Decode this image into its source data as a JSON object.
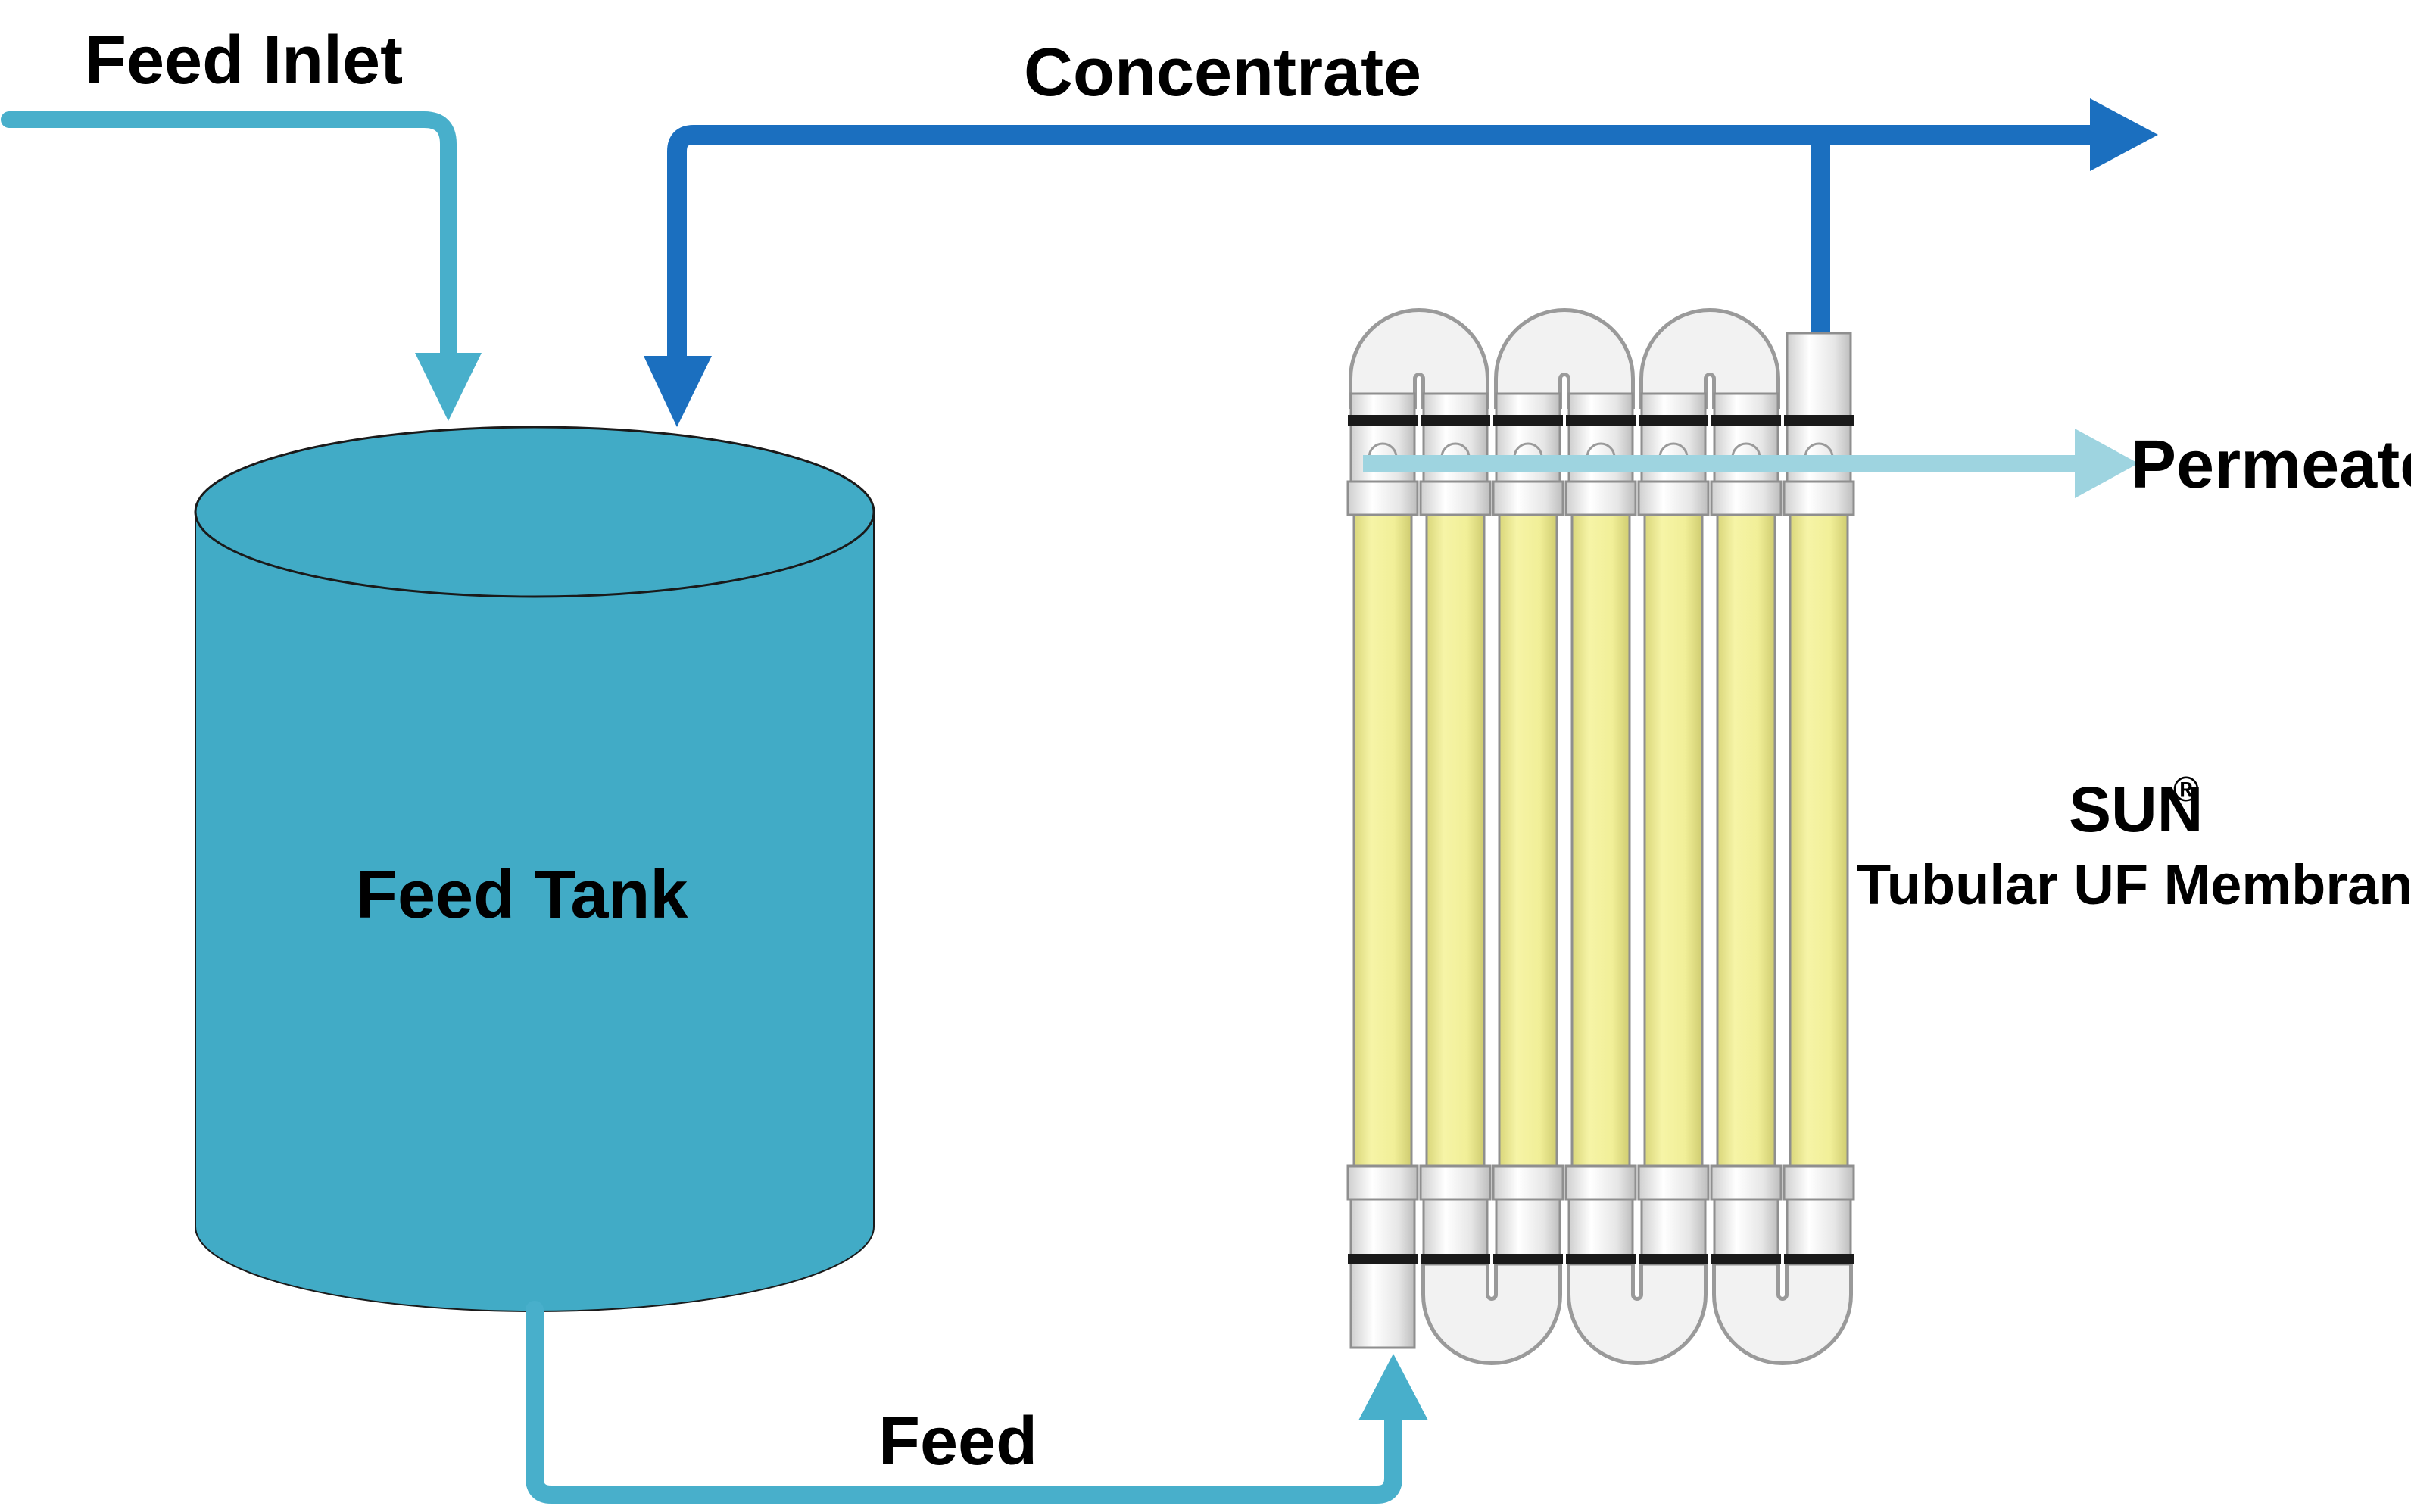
{
  "labels": {
    "feed_inlet": "Feed Inlet",
    "concentrate": "Concentrate",
    "permeate": "Permeate",
    "feed_tank": "Feed Tank",
    "feed": "Feed",
    "membrane_brand": "SUN",
    "membrane_brand_mark": "®",
    "membrane_type": "Tubular UF Membranes"
  },
  "colors": {
    "tank": "#41ABC6",
    "feed_pipe": "#48AFCB",
    "concentrate_pipe": "#1B6FBF",
    "permeate_pipe": "#9ED4E0",
    "membrane_tube": "#F1EF98",
    "pvc_fitting": "#EDEDED",
    "fitting_ring": "#1A1A1A"
  },
  "membrane_module": {
    "tube_count": 7
  }
}
